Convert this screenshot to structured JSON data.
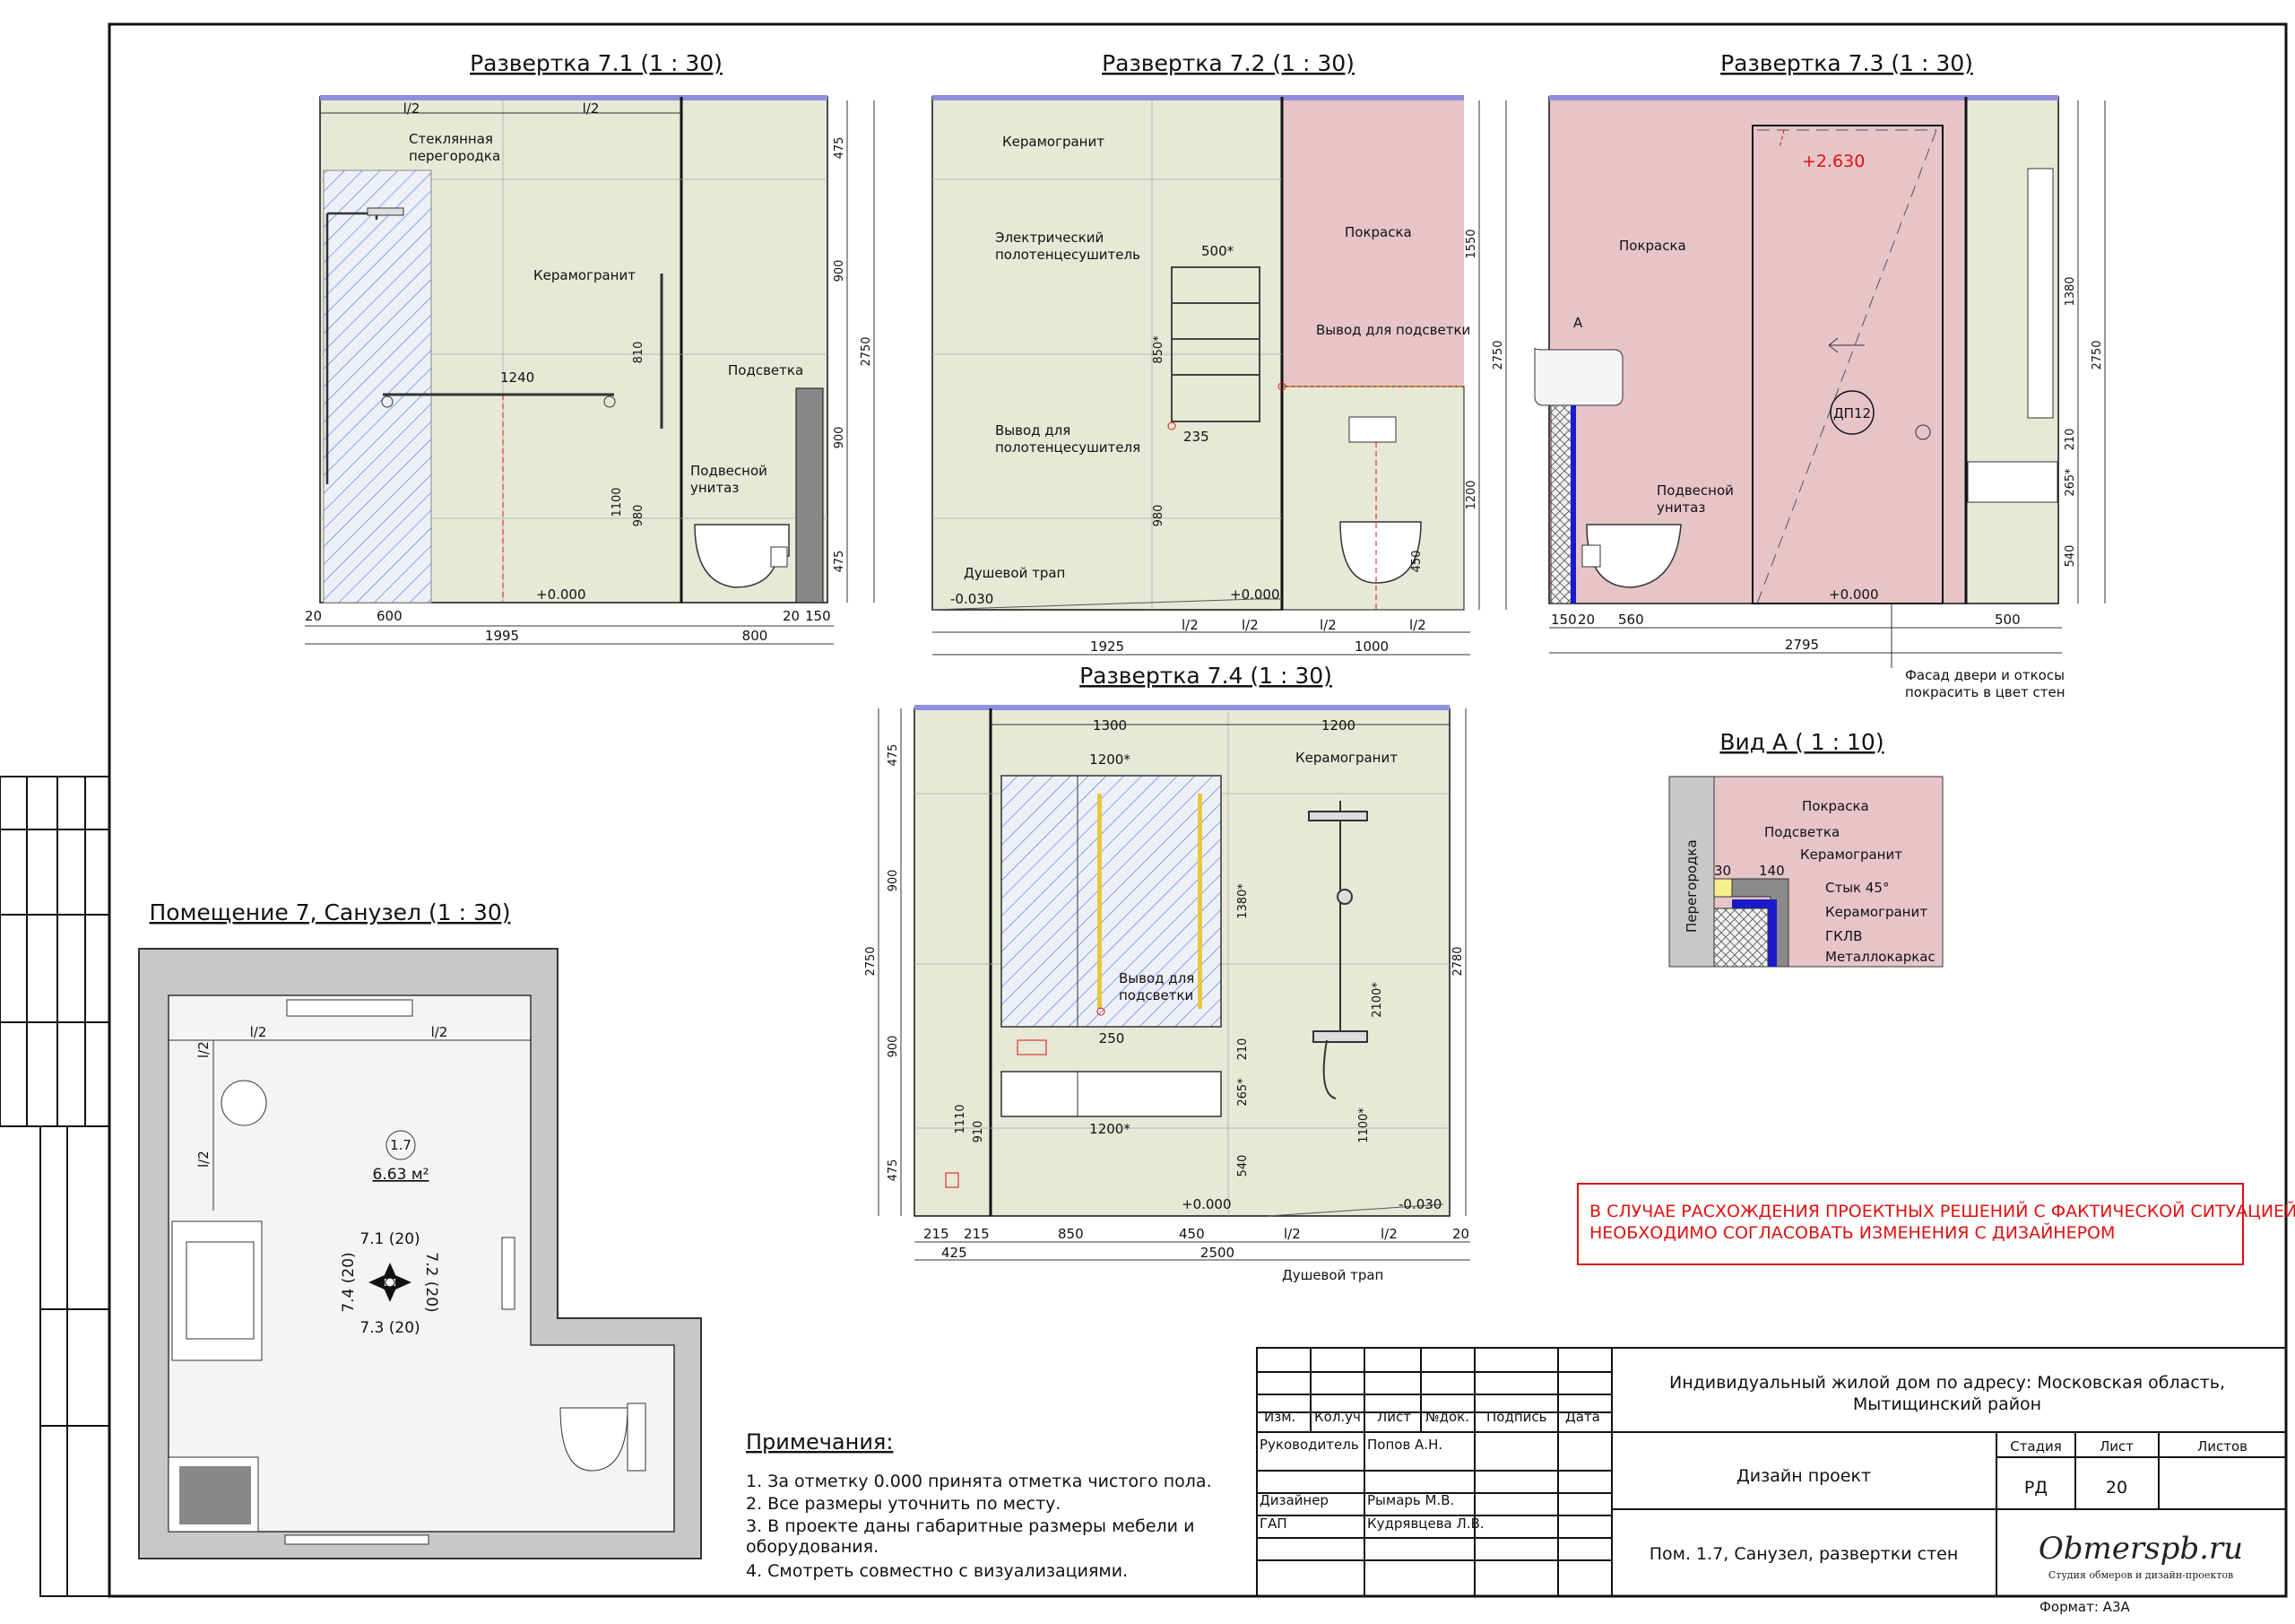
{
  "colors": {
    "tile": "#e7e8d6",
    "paint": "#e7c4c8",
    "ceiling": "#8f8fe0",
    "glass_hatch": "#4a78d8",
    "warning": "#e01010",
    "gklv": "#1a1acc",
    "wall_gray": "#c8c8c8"
  },
  "elevation_71": {
    "title": "Развертка 7.1 (1 : 30)",
    "material_tile": "Керамогранит",
    "glass_label": "Стеклянная\nперегородка",
    "backlight_label": "Подсветка",
    "toilet_label": "Подвесной\nунитаз",
    "level": "+0.000",
    "rail_dim": "1240",
    "half1": "l/2",
    "half2": "l/2",
    "dims_right": [
      "475",
      "900",
      "900",
      "475"
    ],
    "total_height": "2750",
    "dim_810": "810",
    "dim_1100": "1100",
    "dim_980": "980",
    "bottom_dims": [
      "20",
      "600",
      "20",
      "150"
    ],
    "total_left": "1995",
    "total_right": "800"
  },
  "elevation_72": {
    "title": "Развертка 7.2 (1 : 30)",
    "material_tile": "Керамогранит",
    "material_paint": "Покраска",
    "towel_label": "Электрический\nполотенцесушитель",
    "towel_outlet": "Вывод для\nполотенцесушителя",
    "light_outlet": "Вывод для подсветки",
    "drain_label": "Душевой трап",
    "level_floor": "-0.030",
    "level": "+0.000",
    "dim_500": "500*",
    "dim_850": "850*",
    "dim_235": "235",
    "dim_980": "980",
    "dims_right": [
      "1550",
      "1200"
    ],
    "total_height": "2750",
    "dim_450": "450",
    "halves": [
      "l/2",
      "l/2",
      "l/2",
      "l/2"
    ],
    "total_left": "1925",
    "total_right": "1000"
  },
  "elevation_73": {
    "title": "Развертка 7.3 (1 : 30)",
    "material_paint": "Покраска",
    "level_door": "+2.630",
    "door_tag": "ДП12",
    "toilet_label": "Подвесной\nунитаз",
    "view_tag": "А",
    "level": "+0.000",
    "dims_right": [
      "1380",
      "210",
      "265*",
      "540"
    ],
    "total_height": "2750",
    "bottom_dims": [
      "150",
      "20",
      "560",
      "500"
    ],
    "total": "2795",
    "door_note": "Фасад двери и откосы\nпокрасить в цвет стен"
  },
  "elevation_74": {
    "title": "Развертка 7.4 (1 : 30)",
    "material_tile": "Керамогранит",
    "light_outlet": "Вывод для\nподсветки",
    "top_dims": [
      "1300",
      "1200"
    ],
    "mirror_w": "1200*",
    "vanity_w": "1200*",
    "dim_1380": "1380*",
    "dim_210": "210",
    "dim_265": "265*",
    "dim_540": "540",
    "dim_250": "250",
    "dim_2100": "2100*",
    "dim_1100": "1100*",
    "dim_1110": "1110",
    "dim_910": "910",
    "dims_left": [
      "475",
      "900",
      "900",
      "475"
    ],
    "total_height_left": "2750",
    "total_height_right": "2780",
    "level": "+0.000",
    "level_floor": "-0.030",
    "bottom_dims": [
      "215",
      "215",
      "850",
      "450",
      "l/2",
      "l/2",
      "20"
    ],
    "dim_425": "425",
    "total": "2500",
    "drain_label": "Душевой трап"
  },
  "view_a": {
    "title": "Вид А ( 1 : 10)",
    "labels": [
      "Покраска",
      "Подсветка",
      "Керамогранит",
      "Стык 45°",
      "Керамогранит",
      "ГКЛВ",
      "Металлокаркас"
    ],
    "partition": "Перегородка",
    "dim_30": "30",
    "dim_140": "140"
  },
  "plan": {
    "title": "Помещение 7, Санузел (1 : 30)",
    "room_no": "1.7",
    "area": "6.63 м²",
    "marks": [
      "7.1 (20)",
      "7.2 (20)",
      "7.3 (20)",
      "7.4 (20)"
    ],
    "halves": [
      "l/2",
      "l/2",
      "l/2",
      "l/2"
    ]
  },
  "warning": "В СЛУЧАЕ РАСХОЖДЕНИЯ ПРОЕКТНЫХ РЕШЕНИЙ С ФАКТИЧЕСКОЙ СИТУАЦИЕЙ\nНЕОБХОДИМО СОГЛАСОВАТЬ ИЗМЕНЕНИЯ С ДИЗАЙНЕРОМ",
  "notes": {
    "title": "Примечания:",
    "items": [
      "1.   За отметку 0.000 принята отметка чистого пола.",
      "2.   Все размеры уточнить по месту.",
      "3.   В проекте даны габаритные размеры мебели и",
      "      оборудования.",
      "4.   Смотреть совместно с визуализациями."
    ]
  },
  "stamp": {
    "project": "Индивидуальный жилой дом по адресу: Московская область,\nМытищинский район",
    "stage_title": "Дизайн проект",
    "sheet_title": "Пом. 1.7, Санузел, развертки стен",
    "headers": [
      "Изм.",
      "Кол.уч",
      "Лист",
      "№док.",
      "Подпись",
      "Дата"
    ],
    "roles": [
      {
        "role": "Руководитель",
        "name": "Попов А.Н."
      },
      {
        "role": "Дизайнер",
        "name": "Рымарь М.В."
      },
      {
        "role": "ГАП",
        "name": "Кудрявцева Л.В."
      }
    ],
    "stage_h": "Стадия",
    "sheet_h": "Лист",
    "sheets_h": "Листов",
    "stage": "РД",
    "sheet": "20",
    "logo": "Obmerspb.ru",
    "logo_sub": "Студия обмеров и дизайн-проектов",
    "format": "Формат: А3А"
  }
}
